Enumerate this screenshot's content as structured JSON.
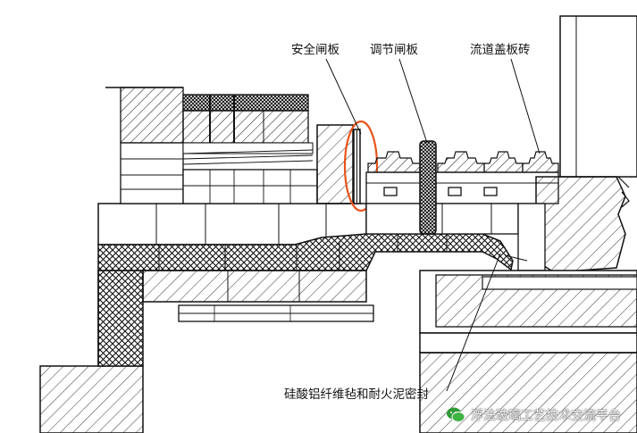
{
  "labels": {
    "safety_gate": "安全闸板",
    "adjust_gate": "调节闸板",
    "cover_brick": "流道盖板砖",
    "seal": "硅酸铝纤维毡和耐火泥密封"
  },
  "watermark": {
    "text": "浮法玻璃工艺技术交流平台",
    "icon": "wechat-icon"
  },
  "colors": {
    "line": "#111111",
    "highlight": "#e8541a",
    "watermark_icon": "#2f9b34"
  }
}
